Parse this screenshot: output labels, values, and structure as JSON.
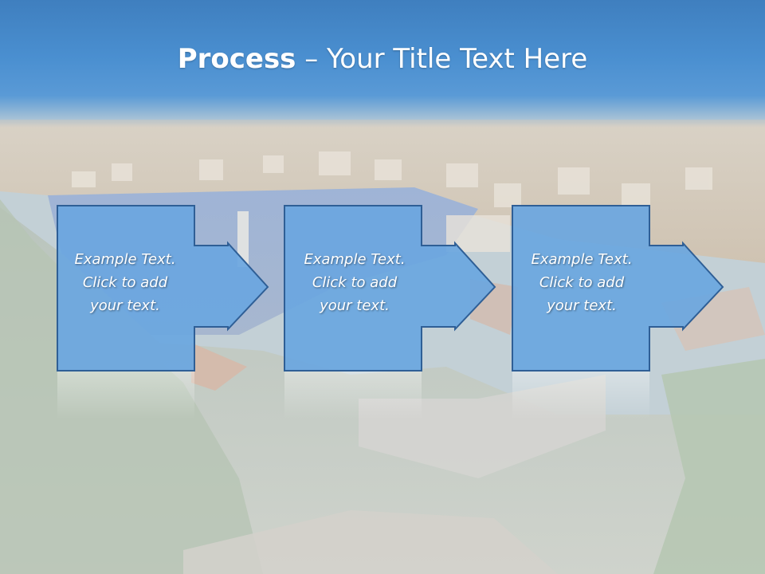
{
  "slide": {
    "title_bold": "Process",
    "title_rest": " – Your Title Text Here"
  },
  "steps": [
    {
      "line1": "Example Text.",
      "line2": "Click  to add",
      "line3": "your text."
    },
    {
      "line1": "Example Text.",
      "line2": "Click  to add",
      "line3": "your text."
    },
    {
      "line1": "Example Text.",
      "line2": "Click  to add",
      "line3": "your text."
    }
  ],
  "colors": {
    "title_band": "#4a8fd0",
    "box_fill": "#6aa6e0",
    "box_stroke": "#2f5f96"
  }
}
